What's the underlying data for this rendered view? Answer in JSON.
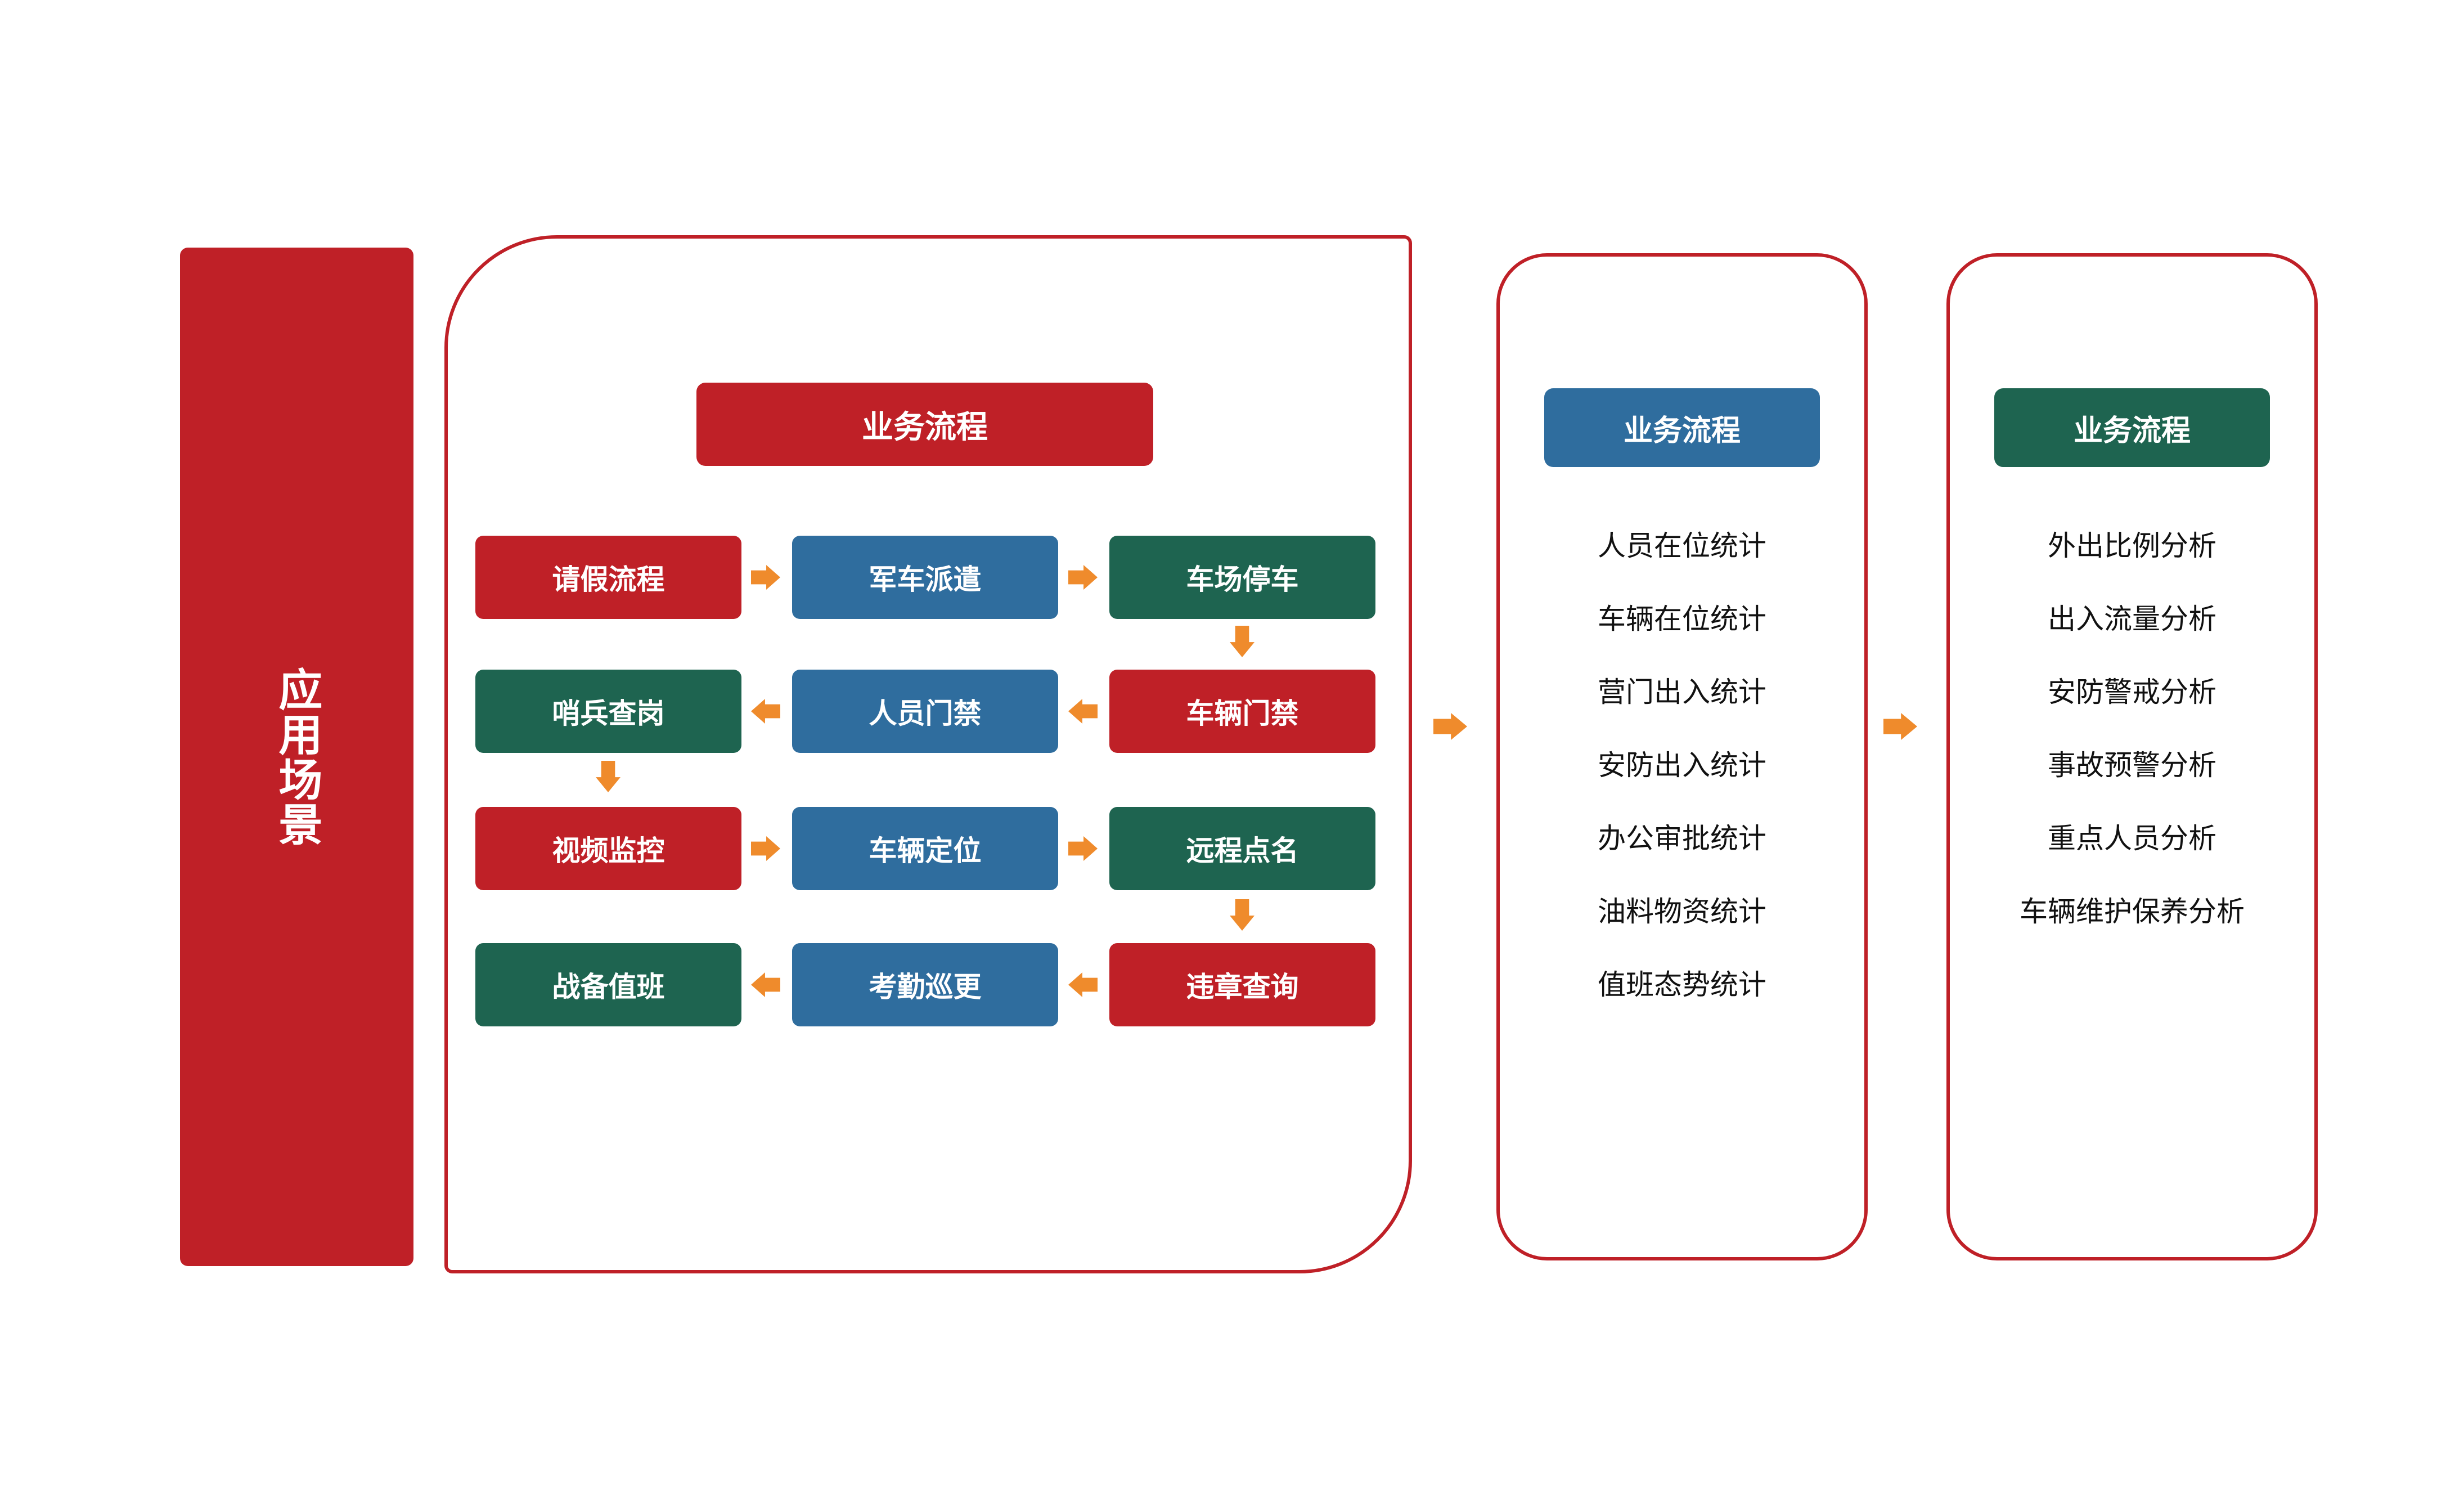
{
  "colors": {
    "red": "#bf2027",
    "blue": "#2f6d9e",
    "green": "#1e6450",
    "orange": "#ef8b2c",
    "text_dark": "#111111",
    "white": "#ffffff"
  },
  "side_banner": {
    "text": "应用场景"
  },
  "main_panel": {
    "header": {
      "label": "业务流程",
      "color": "red"
    },
    "rows": [
      {
        "boxes": [
          {
            "label": "请假流程",
            "color": "red"
          },
          {
            "label": "军车派遣",
            "color": "blue"
          },
          {
            "label": "车场停车",
            "color": "green"
          }
        ],
        "connectors": [
          "arrow-right",
          "arrow-right"
        ]
      },
      {
        "boxes": [
          {
            "label": "哨兵查岗",
            "color": "green"
          },
          {
            "label": "人员门禁",
            "color": "blue"
          },
          {
            "label": "车辆门禁",
            "color": "red"
          }
        ],
        "connectors": [
          "arrow-left",
          "arrow-left"
        ]
      },
      {
        "boxes": [
          {
            "label": "视频监控",
            "color": "red"
          },
          {
            "label": "车辆定位",
            "color": "blue"
          },
          {
            "label": "远程点名",
            "color": "green"
          }
        ],
        "connectors": [
          "arrow-right",
          "arrow-right"
        ]
      },
      {
        "boxes": [
          {
            "label": "战备值班",
            "color": "green"
          },
          {
            "label": "考勤巡更",
            "color": "blue"
          },
          {
            "label": "违章查询",
            "color": "red"
          }
        ],
        "connectors": [
          "arrow-left",
          "arrow-left"
        ]
      }
    ],
    "vertical_connectors": [
      {
        "name": "arrow-down-col2-row0-row1"
      },
      {
        "name": "arrow-down-col0-row1-row2"
      },
      {
        "name": "arrow-down-col2-row2-row3"
      }
    ]
  },
  "stats_panel": {
    "header": {
      "label": "业务流程",
      "color": "blue"
    },
    "items": [
      "人员在位统计",
      "车辆在位统计",
      "营门出入统计",
      "安防出入统计",
      "办公审批统计",
      "油料物资统计",
      "值班态势统计"
    ]
  },
  "analysis_panel": {
    "header": {
      "label": "业务流程",
      "color": "green"
    },
    "items": [
      "外出比例分析",
      "出入流量分析",
      "安防警戒分析",
      "事故预警分析",
      "重点人员分析",
      "车辆维护保养分析"
    ]
  },
  "panel_connectors": [
    {
      "name": "arrow-main-to-stats"
    },
    {
      "name": "arrow-stats-to-analysis"
    }
  ]
}
